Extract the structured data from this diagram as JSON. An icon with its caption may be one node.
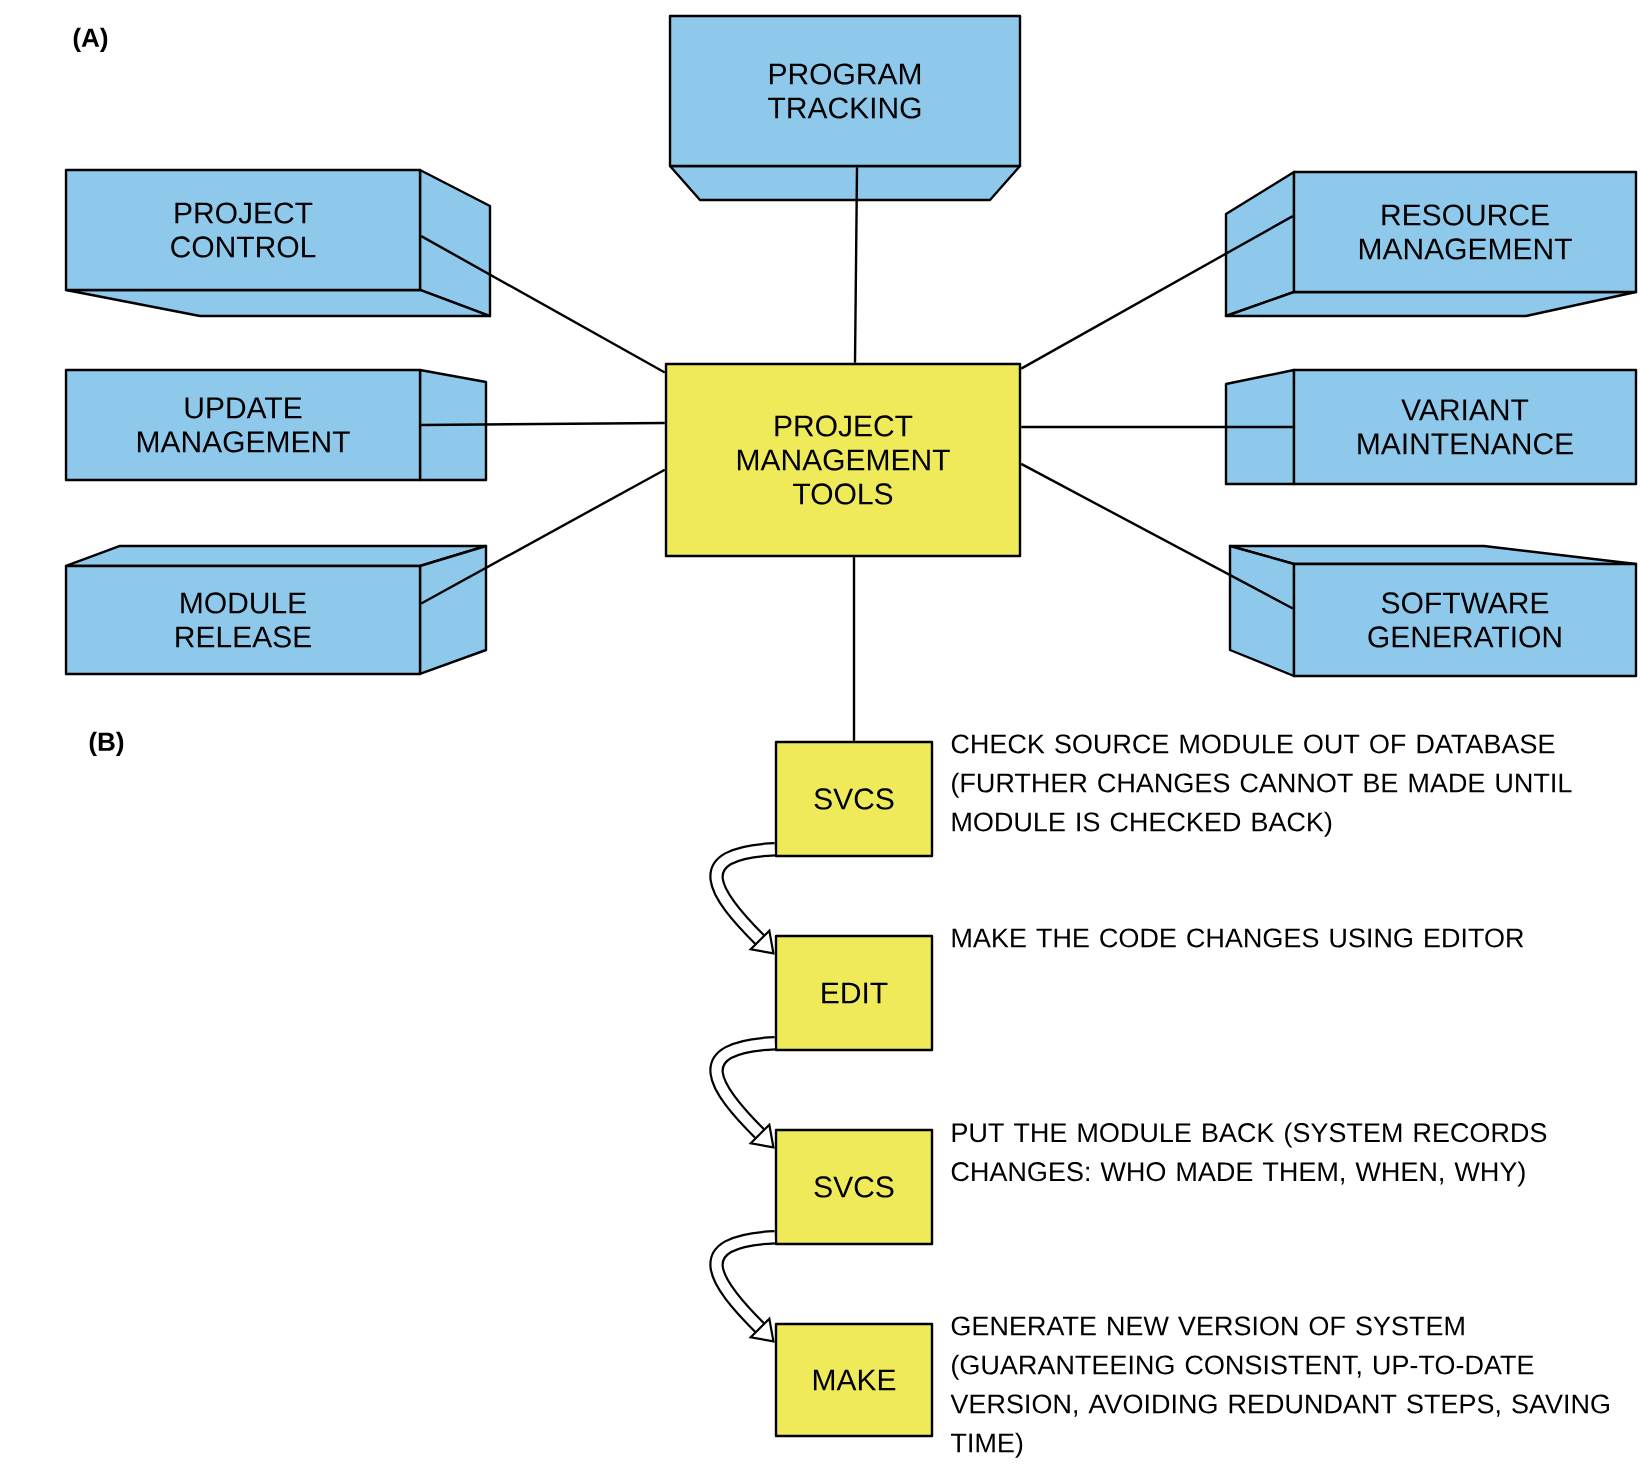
{
  "diagram": {
    "nodes": [
      {
        "text": [
          "PROGRAM TRACKING"
        ]
      },
      {
        "text": [
          "PROJECT CONTROL"
        ]
      },
      {
        "text": [
          "RESOURCE MANAGEMENT"
        ]
      },
      {
        "text": [
          "UPDATE MANAGEMENT"
        ]
      },
      {
        "text": [
          "PROJECT MANAGEMENT TOOLS"
        ]
      },
      {
        "text": [
          "VARIANT MAINTENANCE"
        ]
      },
      {
        "text": [
          "MODULE RELEASE"
        ]
      },
      {
        "text": [
          "SOFTWARE GENERATION"
        ]
      },
      {
        "text": [
          "SVCS"
        ],
        "beside": [
          "CHECK SOURCE MODULE OUT OF DATABASE (FURTHER CHANGES CANNOT BE MADE UNTIL MODULE IS CHECKED BACK)"
        ]
      },
      {
        "text": [
          "EDIT"
        ],
        "beside": [
          "MAKE THE CODE CHANGES USING EDITOR"
        ]
      },
      {
        "text": [
          "SVCS"
        ],
        "beside": [
          "PUT THE MODULE BACK (SYSTEM RECORDS CHANGES: WHO MADE THEM, WHEN, WHY)"
        ]
      },
      {
        "text": [
          "MAKE"
        ],
        "beside": [
          "GENERATE NEW VERSION OF SYSTEM (GUARANTEEING CONSISTENT, UP-TO-DATE VERSION, AVOIDING REDUNDANT STEPS, SAVING TIME)"
        ]
      }
    ],
    "edges": [
      {
        "from": 4,
        "to": 0,
        "arrow": "none"
      },
      {
        "from": 4,
        "to": 1,
        "arrow": "none"
      },
      {
        "from": 4,
        "to": 2,
        "arrow": "none"
      },
      {
        "from": 4,
        "to": 3,
        "arrow": "none"
      },
      {
        "from": 4,
        "to": 5,
        "arrow": "none"
      },
      {
        "from": 4,
        "to": 6,
        "arrow": "none"
      },
      {
        "from": 4,
        "to": 7,
        "arrow": "none"
      },
      {
        "from": 4,
        "to": 8,
        "arrow": "none"
      },
      {
        "from": 8,
        "to": 9,
        "arrow": "to",
        "style": "thick"
      },
      {
        "from": 9,
        "to": 10,
        "arrow": "to",
        "style": "thick"
      },
      {
        "from": 10,
        "to": 11,
        "arrow": "to",
        "style": "thick"
      }
    ],
    "labels": [
      "(A)",
      "(B)"
    ]
  }
}
